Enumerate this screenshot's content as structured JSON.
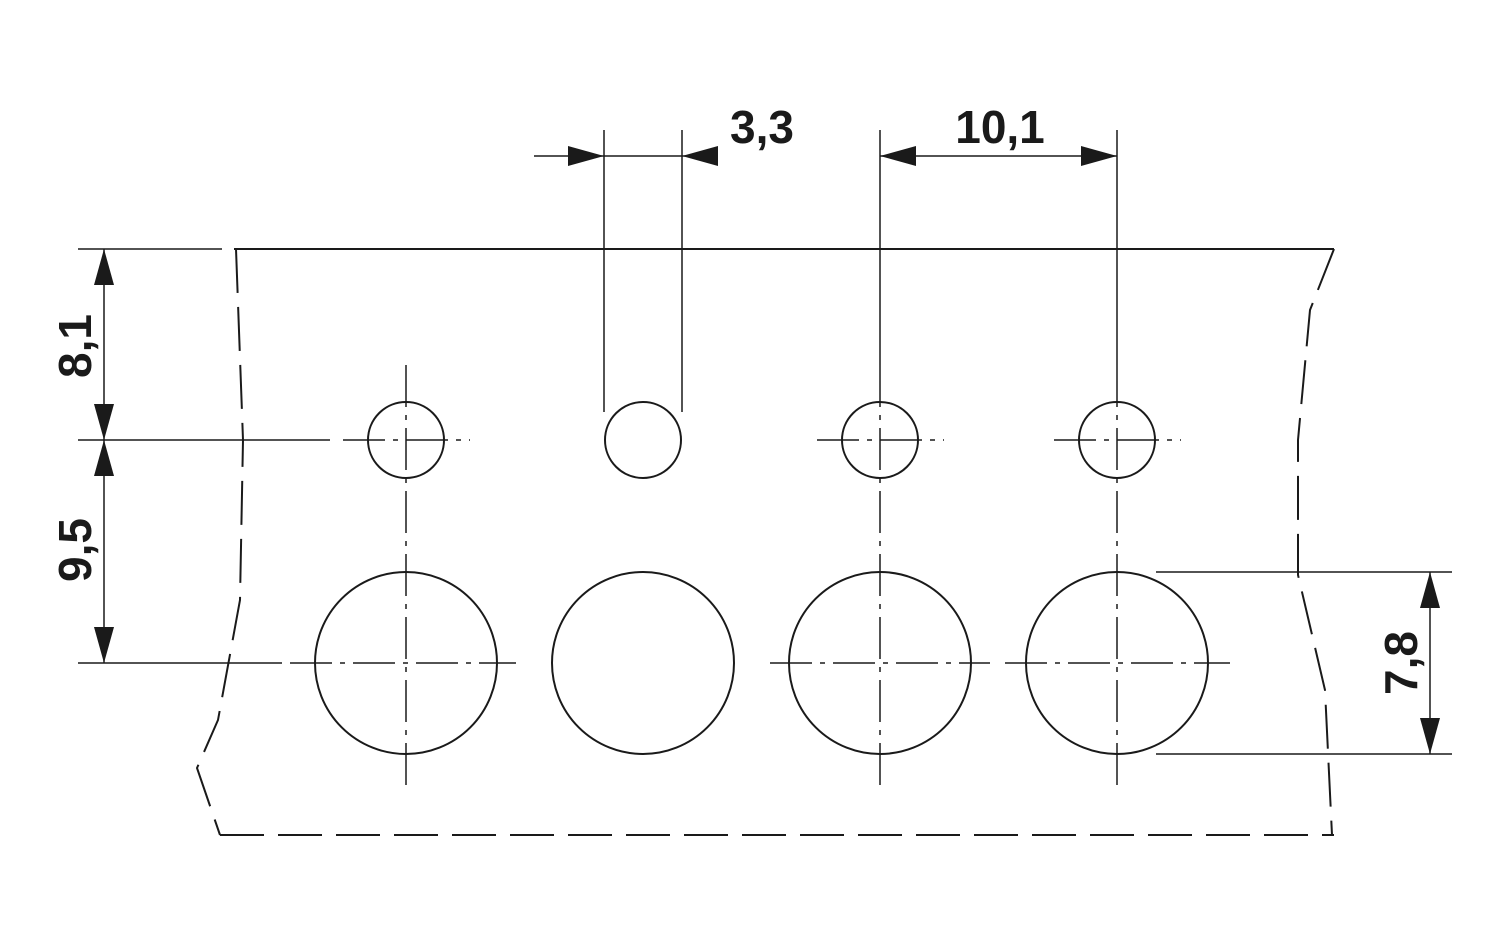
{
  "dimensions": {
    "hole_diameter": "3,3",
    "pitch": "10,1",
    "top_offset": "8,1",
    "row_spacing": "9,5",
    "large_hole_diameter": "7,8"
  },
  "colors": {
    "line": "#1a1a1a",
    "background": "#ffffff"
  }
}
